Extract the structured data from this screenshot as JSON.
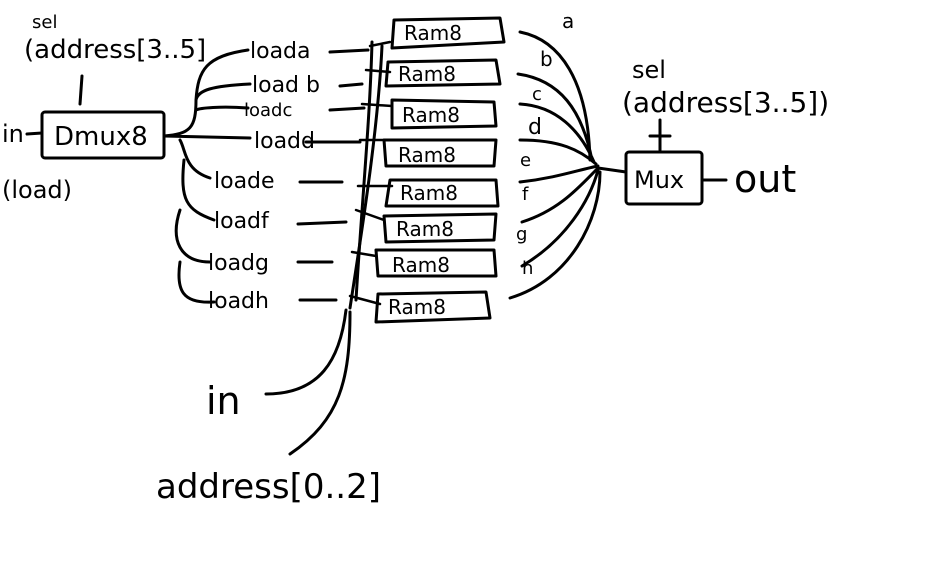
{
  "dmux": {
    "sel_label": "sel",
    "sel_address": "(address[3..5]",
    "input_label": "in",
    "load_label": "(load)",
    "block_label": "Dmux8"
  },
  "load_outputs": [
    "loada",
    "load b",
    "loadc",
    "loadd",
    "loade",
    "loadf",
    "loadg",
    "loadh"
  ],
  "ram_label": "Ram8",
  "mux": {
    "sel_label": "sel",
    "sel_address": "(address[3..5])",
    "block_label": "Mux",
    "output_label": "out",
    "input_letters": [
      "a",
      "b",
      "c",
      "d",
      "e",
      "f",
      "g",
      "h"
    ]
  },
  "bottom": {
    "in_label": "in",
    "address_label": "address[0..2]"
  },
  "colors": {
    "ink": "#000000",
    "background": "#ffffff"
  }
}
